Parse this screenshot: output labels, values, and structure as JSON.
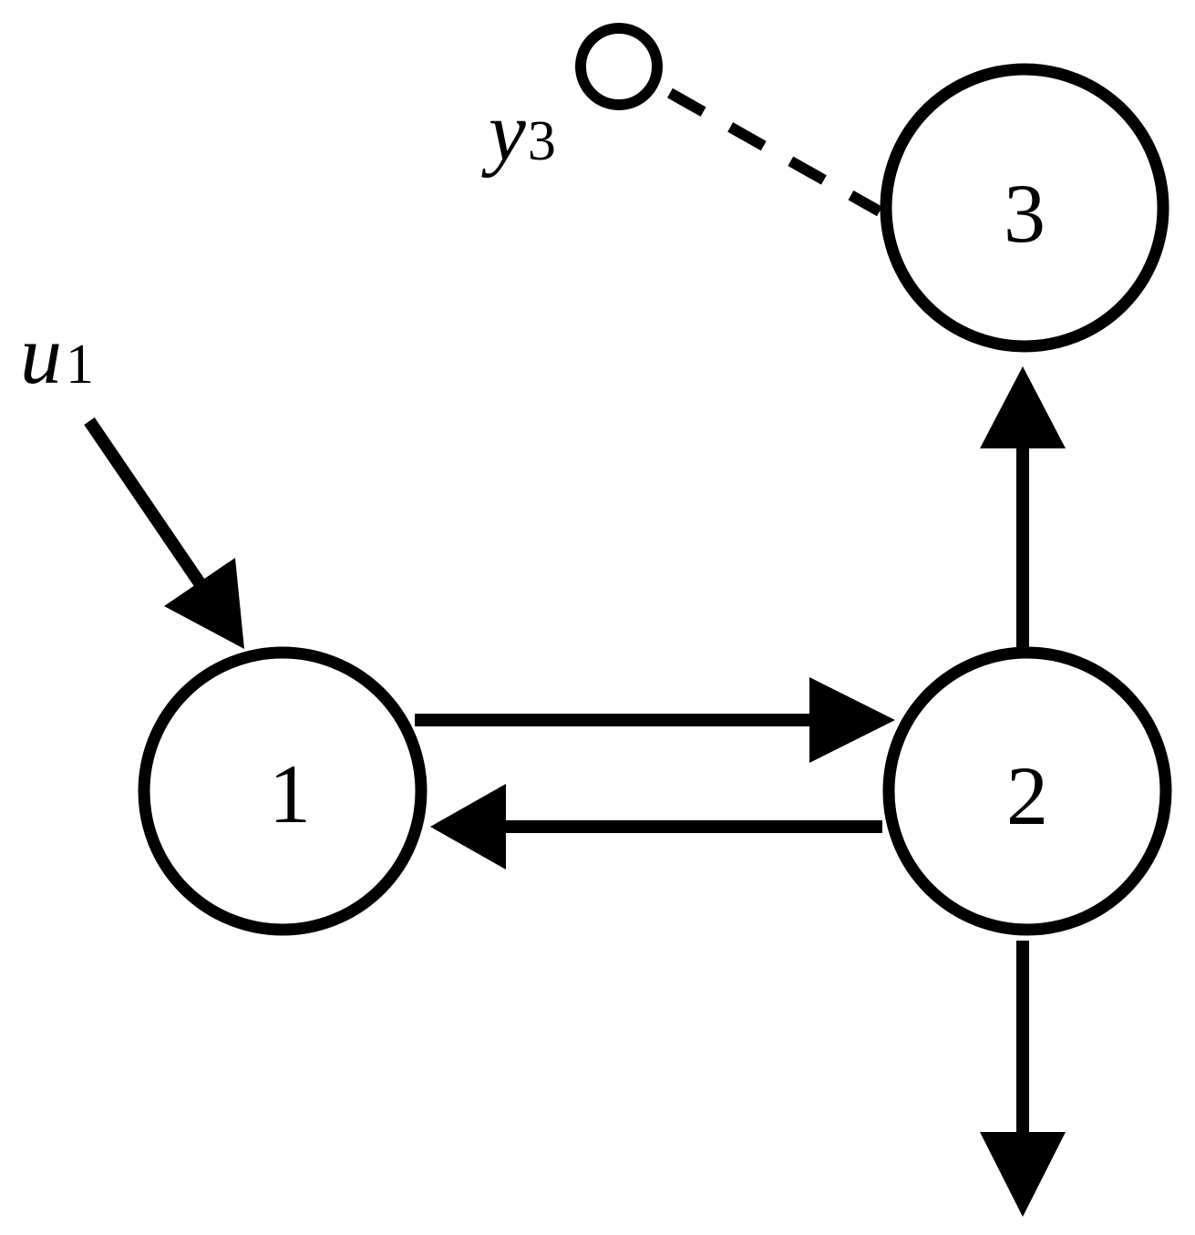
{
  "nodes": [
    {
      "id": "1",
      "label": "1"
    },
    {
      "id": "2",
      "label": "2"
    },
    {
      "id": "3",
      "label": "3"
    }
  ],
  "input": {
    "symbol": "u",
    "subscript": "1",
    "target": "1"
  },
  "output": {
    "symbol": "y",
    "subscript": "3",
    "source": "3"
  },
  "edges": [
    {
      "from": "1",
      "to": "2"
    },
    {
      "from": "2",
      "to": "1"
    },
    {
      "from": "2",
      "to": "3"
    },
    {
      "from": "2",
      "to": "out"
    }
  ]
}
